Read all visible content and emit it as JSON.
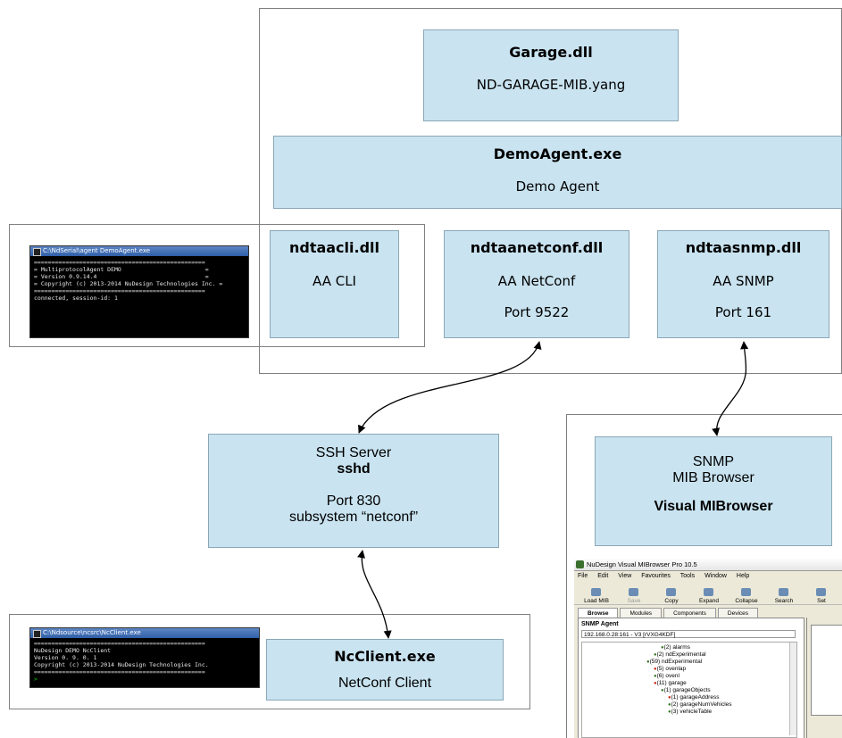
{
  "top_group": {
    "garage": {
      "title": "Garage.dll",
      "subtitle": "ND-GARAGE-MIB.yang"
    },
    "demo_agent": {
      "title": "DemoAgent.exe",
      "subtitle": "Demo Agent"
    },
    "cli": {
      "title": "ndtaacli.dll",
      "subtitle": "AA CLI"
    },
    "netconf": {
      "title": "ndtaanetconf.dll",
      "subtitle": "AA NetConf",
      "port": "Port 9522"
    },
    "snmp": {
      "title": "ndtaasnmp.dll",
      "subtitle": "AA SNMP",
      "port": "Port 161"
    }
  },
  "cli_console": {
    "window_title": "C:\\NdSerial\\agent DemoAgent.exe",
    "lines": [
      "=================================================",
      "= MultiprotocolAgent DEMO                        =",
      "= Version 0.9.14.4                               =",
      "= Copyright (c) 2013-2014 NuDesign Technologies Inc. =",
      "=================================================",
      "connected, session-id: 1"
    ]
  },
  "ssh_server": {
    "line1": "SSH Server",
    "line2": "sshd",
    "line3": "Port 830",
    "line4": "subsystem “netconf”"
  },
  "snmp_browser_box": {
    "line1": "SNMP",
    "line2": "MIB Browser",
    "line3": "Visual MIBrowser"
  },
  "ncclient": {
    "title": "NcClient.exe",
    "subtitle": "NetConf Client"
  },
  "ncclient_console": {
    "window_title": "C:\\Ndsource\\ncsrc\\NcClient.exe",
    "lines": [
      "=================================================",
      "NuDesign DEMO NcClient",
      "Version 0. 9. 0. 1",
      "Copyright (c) 2013-2014 NuDesign Technologies Inc.",
      "================================================="
    ],
    "prompt": ">"
  },
  "mib_browser": {
    "title": "NuDesign Visual MIBrowser Pro 10.5",
    "menu": [
      "File",
      "Edit",
      "View",
      "Favourites",
      "Tools",
      "Window",
      "Help"
    ],
    "toolbar": [
      "Load MIB",
      "Save",
      "Copy",
      "Expand",
      "Collapse",
      "Search",
      "Set"
    ],
    "tabs": [
      "Browse",
      "Modules",
      "Components",
      "Devices"
    ],
    "agent_label": "SNMP Agent",
    "agent_value": "192.168.0.28:161 - V3 [rVXG4KDF]",
    "tree": [
      "(2) alarms",
      "(2) ndExperimental",
      "(59) ndExperimental",
      "(5) ovenlap",
      "(6) ovenl",
      "(11) garage",
      "(1) garageObjects",
      "(1) garageAddress",
      "(2) garageNumVehicles",
      "(3) vehicleTable"
    ]
  },
  "colors": {
    "box_fill": "#c9e3f0",
    "frame": "#808080",
    "arrow": "#000000"
  }
}
